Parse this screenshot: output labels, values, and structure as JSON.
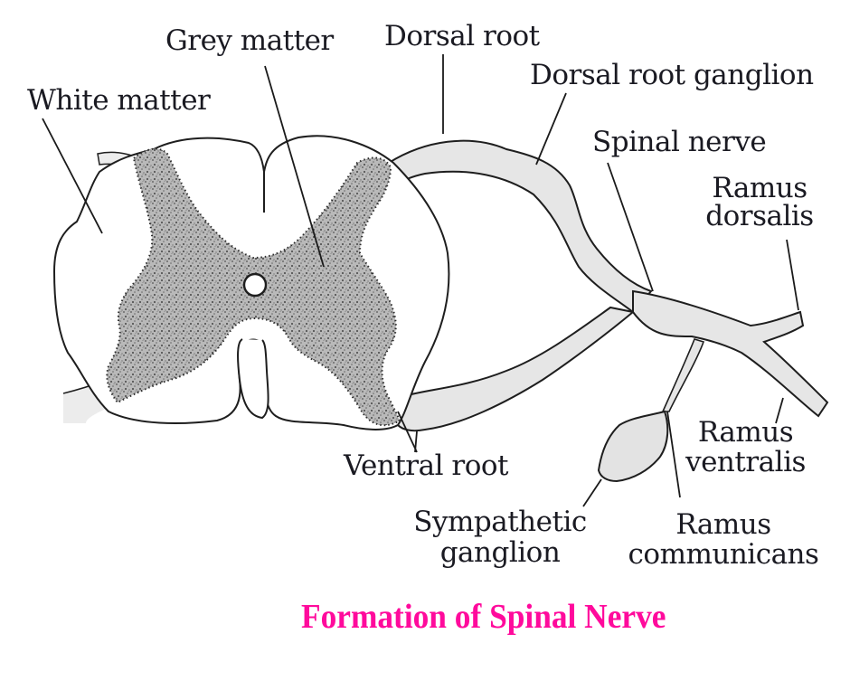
{
  "title": "Formation of Spinal Nerve",
  "colors": {
    "title": "#ff0a9c",
    "outline": "#1e1e1e",
    "grey_matter": "#9a9a9a",
    "nerve_fill": "#e6e6e6",
    "label_text": "#1a1a22"
  },
  "labels": {
    "grey_matter": "Grey matter",
    "white_matter": "White matter",
    "dorsal_root": "Dorsal root",
    "dorsal_root_ganglion": "Dorsal root ganglion",
    "spinal_nerve": "Spinal nerve",
    "ramus_dorsalis": [
      "Ramus",
      "dorsalis"
    ],
    "ramus_ventralis": [
      "Ramus",
      "ventralis"
    ],
    "ventral_root": "Ventral root",
    "sympathetic_ganglion": [
      "Sympathetic",
      "ganglion"
    ],
    "ramus_communicans": [
      "Ramus",
      "communicans"
    ]
  }
}
